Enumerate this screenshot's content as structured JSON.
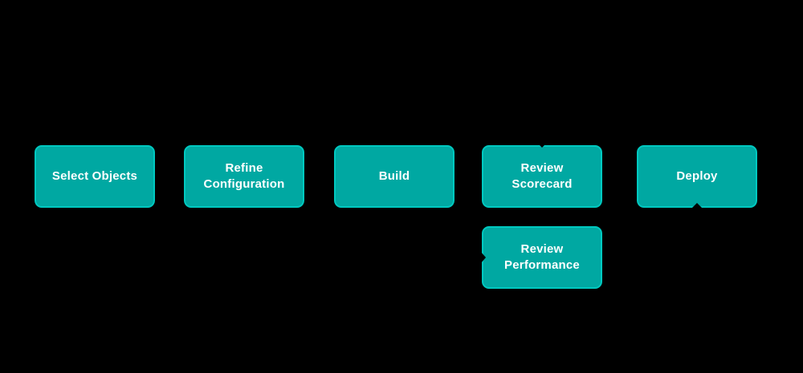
{
  "diagram": {
    "background_color": "#000000",
    "node_fill_color": "#00a8a2",
    "node_border_color": "#00c9c0",
    "node_text_color": "#ffffff",
    "connector_color": "#000000",
    "nodes": [
      {
        "id": "select-objects",
        "label": "Select Objects"
      },
      {
        "id": "refine-configuration",
        "label": "Refine\nConfiguration"
      },
      {
        "id": "build",
        "label": "Build"
      },
      {
        "id": "review-scorecard",
        "label": "Review\nScorecard"
      },
      {
        "id": "deploy",
        "label": "Deploy"
      },
      {
        "id": "review-performance",
        "label": "Review\nPerformance"
      }
    ]
  }
}
